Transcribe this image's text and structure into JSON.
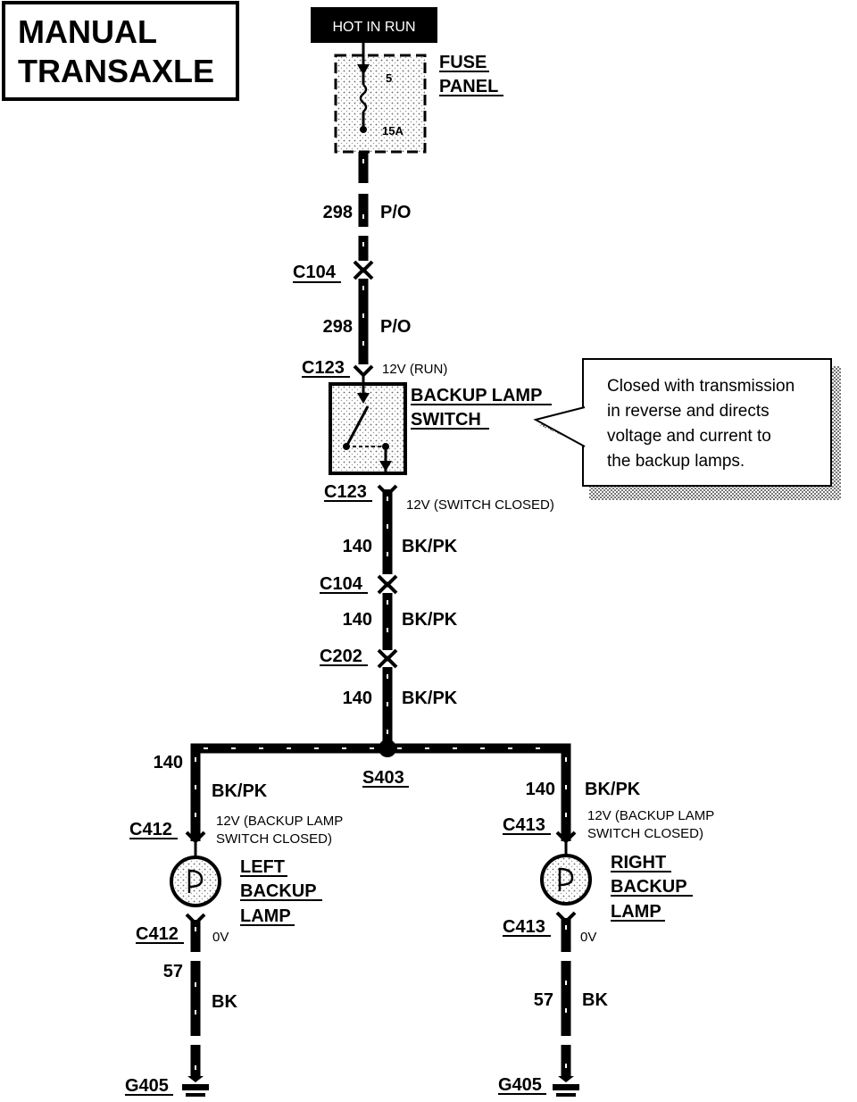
{
  "title": {
    "line1": "MANUAL",
    "line2": "TRANSAXLE"
  },
  "power": {
    "label": "HOT IN RUN"
  },
  "fuse_panel": {
    "line1": "FUSE",
    "line2": "PANEL",
    "fuse_number": "5",
    "fuse_rating": "15A"
  },
  "wires": {
    "w1": {
      "circuit": "298",
      "color": "P/O"
    },
    "w2": {
      "circuit": "298",
      "color": "P/O"
    },
    "w3": {
      "circuit": "140",
      "color": "BK/PK"
    },
    "w4": {
      "circuit": "140",
      "color": "BK/PK"
    },
    "w5": {
      "circuit": "140",
      "color": "BK/PK"
    },
    "left_branch": {
      "circuit": "140",
      "color": "BK/PK"
    },
    "right_branch": {
      "circuit": "140",
      "color": "BK/PK"
    },
    "left_ground": {
      "circuit": "57",
      "color": "BK"
    },
    "right_ground": {
      "circuit": "57",
      "color": "BK"
    }
  },
  "connectors": {
    "c104_top": "C104",
    "c123_top": "C123",
    "c123_bottom": "C123",
    "c104_mid": "C104",
    "c202": "C202",
    "splice": "S403",
    "c412_top": "C412",
    "c412_bottom": "C412",
    "c413_top": "C413",
    "c413_bottom": "C413",
    "g405_left": "G405",
    "g405_right": "G405"
  },
  "voltages": {
    "switch_in": "12V (RUN)",
    "switch_out": "12V (SWITCH CLOSED)",
    "left_lamp_line1": "12V (BACKUP LAMP",
    "left_lamp_line2": "SWITCH CLOSED)",
    "right_lamp_line1": "12V (BACKUP LAMP",
    "right_lamp_line2": "SWITCH CLOSED)",
    "left_ground": "0V",
    "right_ground": "0V"
  },
  "switch": {
    "line1": "BACKUP LAMP",
    "line2": "SWITCH"
  },
  "callout": {
    "line1": "Closed with transmission",
    "line2": "in reverse and directs",
    "line3": "voltage and current to",
    "line4": "the backup lamps."
  },
  "left_lamp": {
    "line1": "LEFT",
    "line2": "BACKUP",
    "line3": "LAMP"
  },
  "right_lamp": {
    "line1": "RIGHT",
    "line2": "BACKUP",
    "line3": "LAMP"
  }
}
